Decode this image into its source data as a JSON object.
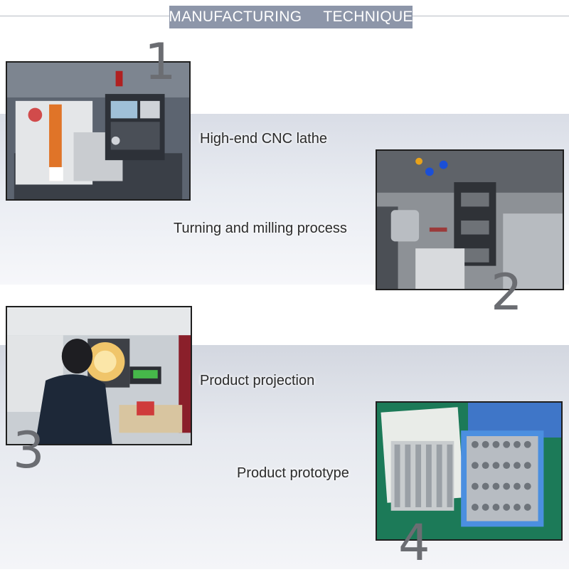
{
  "header": {
    "word1": "MANUFACTURING",
    "word2": "TECHNIQUE"
  },
  "steps": [
    {
      "number": "1",
      "caption": "High-end CNC lathe",
      "photo_icon": "cnc-lathe-photo"
    },
    {
      "number": "2",
      "caption": "Turning and milling process",
      "photo_icon": "turning-milling-photo"
    },
    {
      "number": "3",
      "caption": "Product projection",
      "photo_icon": "projection-photo"
    },
    {
      "number": "4",
      "caption": "Product prototype",
      "photo_icon": "prototype-photo"
    }
  ],
  "colors": {
    "header_bg": "#8d96a9",
    "number": "#6b6d72",
    "caption": "#2b2b2b",
    "band": "#dde1e8"
  }
}
